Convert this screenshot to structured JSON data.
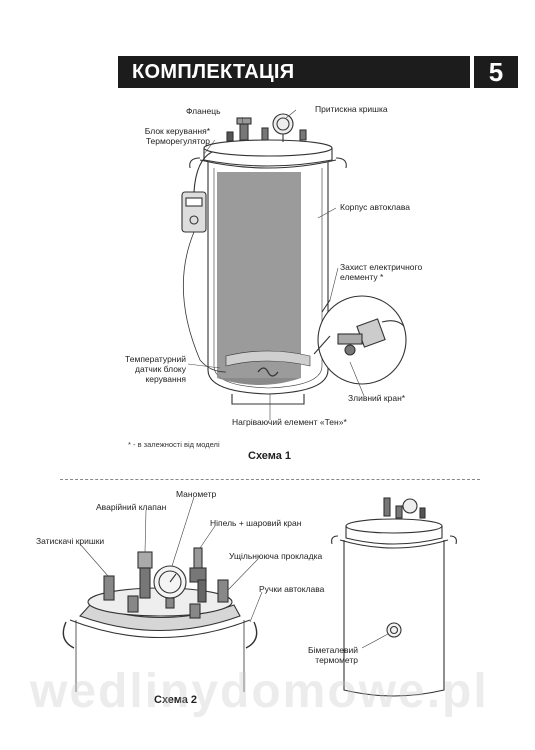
{
  "header": {
    "title": "КОМПЛЕКТАЦІЯ",
    "page_number": "5"
  },
  "scheme1": {
    "caption": "Схема 1",
    "footnote": "* - в залежності від моделі",
    "labels": {
      "flange": "Фланець",
      "control_block_1": "Блок керування*",
      "control_block_2": "Терморегулятор",
      "press_lid": "Притискна кришка",
      "body": "Корпус автоклава",
      "protection_1": "Захист електричного",
      "protection_2": "елементу *",
      "temp_sensor_1": "Температурний",
      "temp_sensor_2": "датчик блоку",
      "temp_sensor_3": "керування",
      "drain_valve": "Зливний кран*",
      "heater": "Нагріваючий елемент «Тен»*"
    }
  },
  "scheme2": {
    "caption": "Схема 2",
    "labels": {
      "emergency_valve": "Аварійний клапан",
      "manometer": "Манометр",
      "nipple": "Ніпель + шаровий кран",
      "clamps": "Затискачі кришки",
      "gasket": "Ущільнююча прокладка",
      "handles": "Ручки автоклава",
      "bimetal_1": "Біметалевий",
      "bimetal_2": "термометр"
    }
  },
  "watermark": "wedlinydomowe.pl"
}
